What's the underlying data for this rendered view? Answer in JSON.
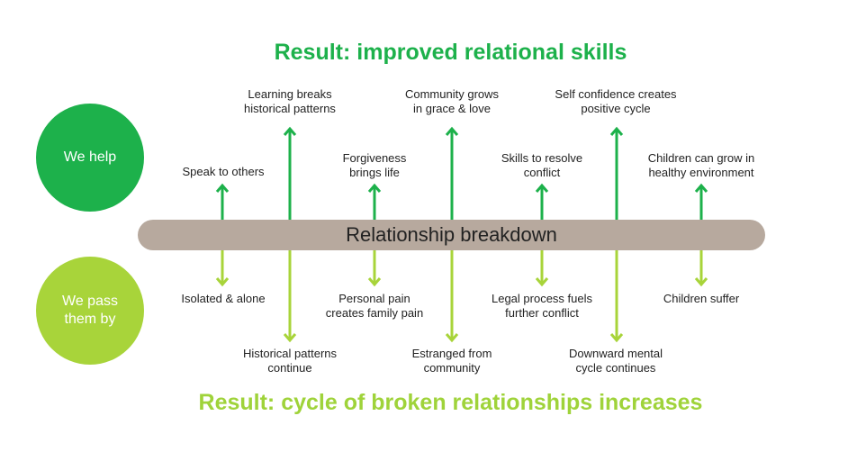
{
  "title_top": "Result: improved relational skills",
  "title_bottom": "Result: cycle of broken relationships increases",
  "circle_help": "We help",
  "circle_pass_1": "We pass",
  "circle_pass_2": "them by",
  "center_bar": "Relationship breakdown",
  "colors": {
    "green": "#1db14b",
    "lime": "#a8d43a",
    "bar": "#b7a99e"
  },
  "top_labels": [
    [
      "Speak to others"
    ],
    [
      "Learning breaks",
      "historical patterns"
    ],
    [
      "Forgiveness",
      "brings life"
    ],
    [
      "Community grows",
      "in grace & love"
    ],
    [
      "Skills to resolve",
      "conflict"
    ],
    [
      "Self confidence creates",
      "positive cycle"
    ],
    [
      "Children can grow in",
      "healthy environment"
    ]
  ],
  "bottom_labels": [
    [
      "Isolated & alone"
    ],
    [
      "Historical patterns",
      "continue"
    ],
    [
      "Personal pain",
      "creates family pain"
    ],
    [
      "Estranged from",
      "community"
    ],
    [
      "Legal process fuels",
      "further conflict"
    ],
    [
      "Downward mental",
      "cycle continues"
    ],
    [
      "Children suffer"
    ]
  ]
}
